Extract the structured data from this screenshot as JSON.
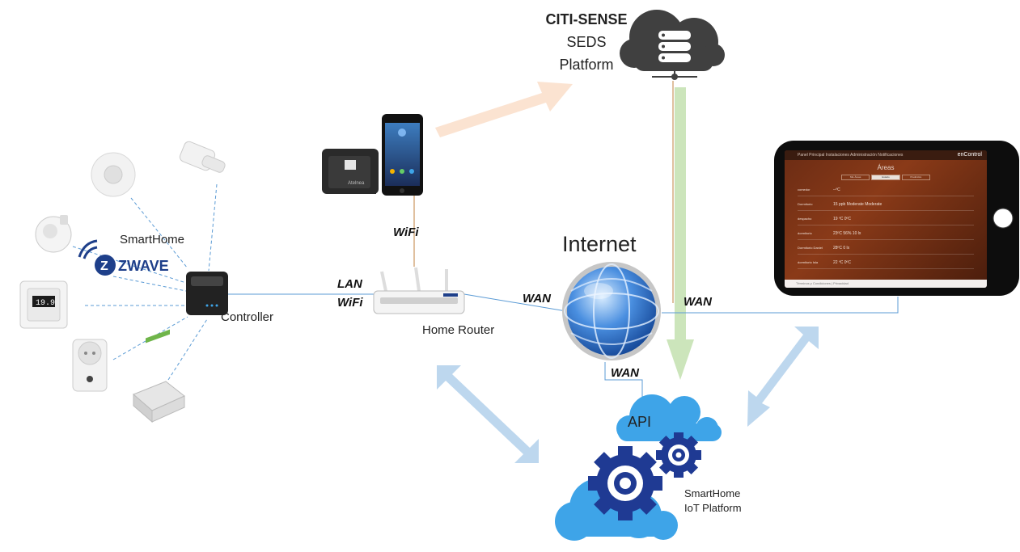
{
  "labels": {
    "smarthome": "SmartHome",
    "zwave": "ZWAVE",
    "controller": "Controller",
    "lan": "LAN",
    "wifi_router": "WiFi",
    "wifi_phone": "WiFi",
    "home_router": "Home Router",
    "wan_router": "WAN",
    "internet": "Internet",
    "wan_tablet": "WAN",
    "wan_api": "WAN",
    "api": "API",
    "platform_line1": "SmartHome",
    "platform_line2": "IoT Platform"
  },
  "citisense": {
    "line1": "CITI-SENSE",
    "line2": "SEDS",
    "line3": "Platform"
  },
  "devices": {
    "thermostat_display": "19.9",
    "gateway_brand": "Atelnea"
  },
  "tablet": {
    "brand": "enControl",
    "nav": "Panel Principal  Instalaciones  Administración  Notificaciones",
    "title": "Áreas",
    "tabs": [
      "Mis Áreas",
      "Estado",
      "Predicción"
    ],
    "rows": [
      {
        "name": "comedor",
        "value": "--ºC"
      },
      {
        "name": "Dormitorio",
        "value": "15 ppb   Moderate   Moderate"
      },
      {
        "name": "despacho",
        "value": "19 ºC   0ºC"
      },
      {
        "name": "dormitorio",
        "value": "23ºC   56%   10 lx"
      },
      {
        "name": "Dormitorio Daniel",
        "value": "28ºC   0 lx"
      },
      {
        "name": "dormitorio Isla",
        "value": "22 ºC   0ºC"
      }
    ],
    "footer": "Términos y Condiciones  |  Privacidad"
  },
  "colors": {
    "dashed_link": "#5b9bd5",
    "solid_link": "#5b9bd5",
    "cloud_dark": "#404040",
    "cloud_blue": "#3ea4e8",
    "gear_blue": "#1f3a93",
    "arrow_light_blue": "#bdd7ee",
    "arrow_peach": "#fbe0cc",
    "arrow_green": "#c7e2b4",
    "zwave_blue": "#1e3f8a"
  }
}
